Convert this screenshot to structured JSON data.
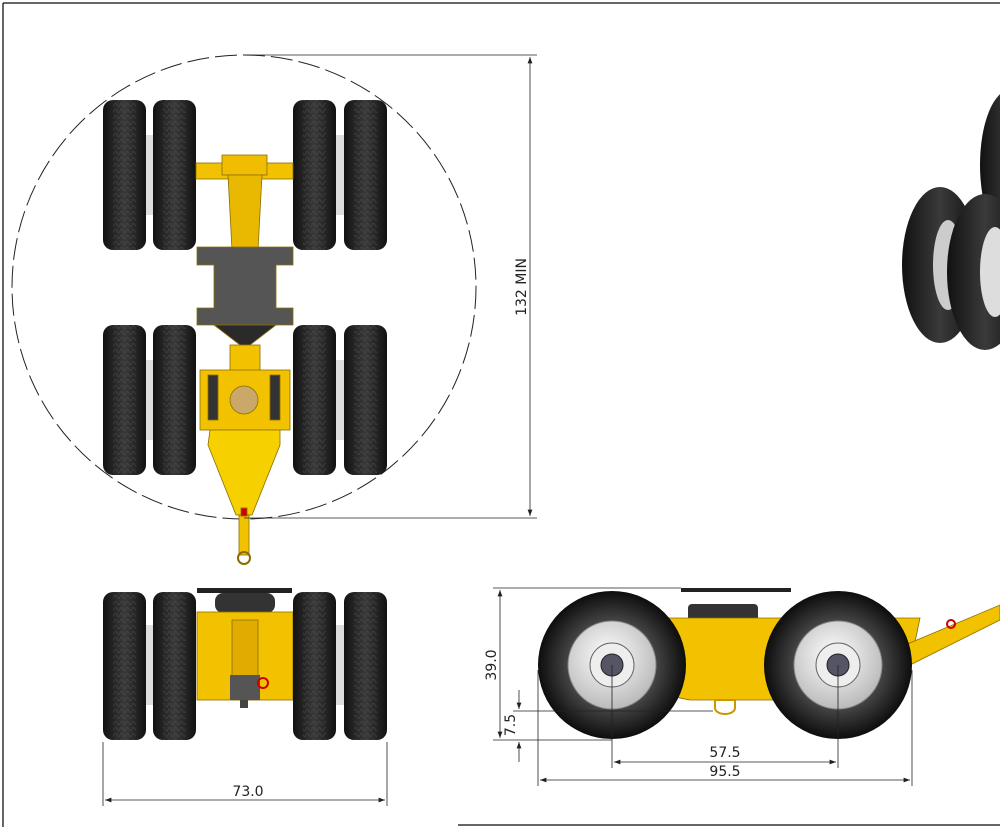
{
  "drawing": {
    "top_view": {
      "overall_diameter_label": "132 MIN"
    },
    "front_view": {
      "overall_width_label": "73.0"
    },
    "side_view": {
      "height_label": "39.0",
      "ground_clearance_label": "7.5",
      "wheelbase_label": "57.5",
      "overall_length_label": "95.5"
    }
  },
  "colors": {
    "frame": "#f2c200",
    "tire": "#1a1a1a",
    "line": "#222222"
  }
}
